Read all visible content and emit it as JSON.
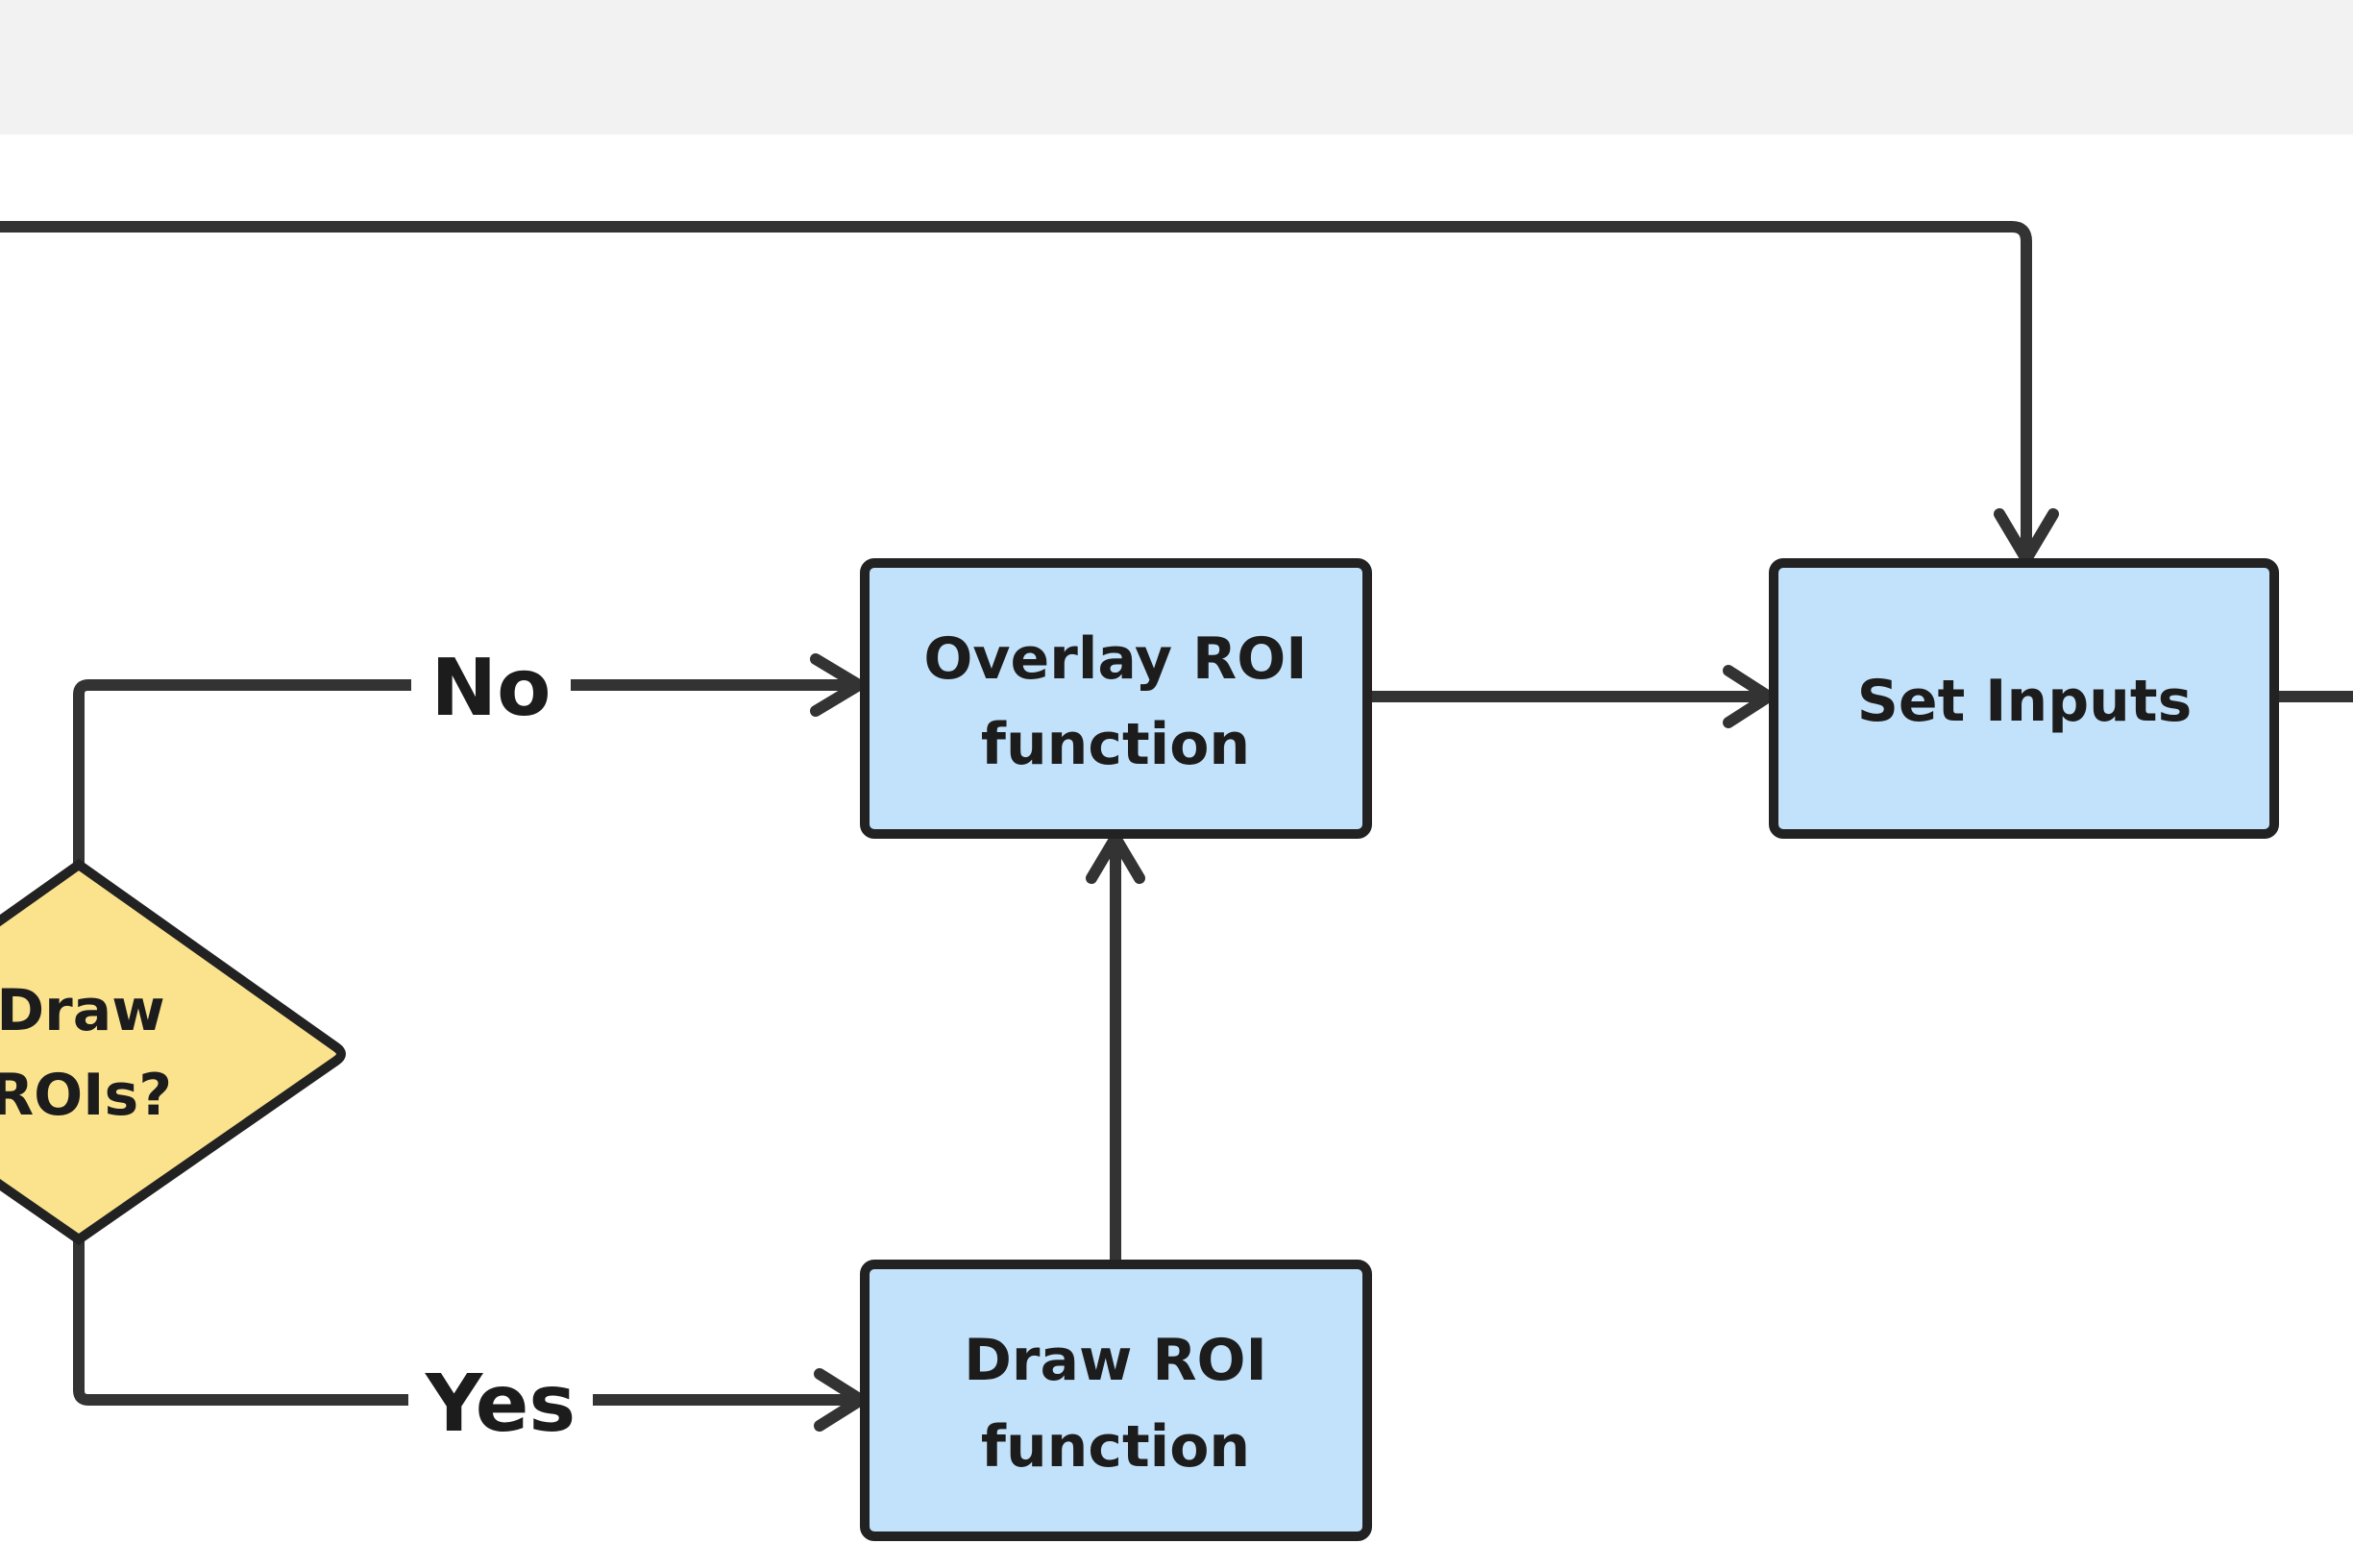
{
  "diagram": {
    "type": "flowchart",
    "colors": {
      "process_fill": "#c2e1fa",
      "decision_fill": "#fbe38e",
      "stroke": "#222222",
      "edge": "#333333",
      "header_band": "#f2f2f2"
    },
    "nodes": {
      "decision": {
        "shape": "diamond",
        "lines": [
          "Draw",
          "ROIs?"
        ]
      },
      "overlay_roi": {
        "shape": "rectangle",
        "lines": [
          "Overlay ROI",
          "function"
        ]
      },
      "draw_roi": {
        "shape": "rectangle",
        "lines": [
          "Draw ROI",
          "function"
        ]
      },
      "set_inputs": {
        "shape": "rectangle",
        "lines": [
          "Set Inputs"
        ]
      }
    },
    "edges": {
      "no_label": "No",
      "yes_label": "Yes"
    }
  }
}
